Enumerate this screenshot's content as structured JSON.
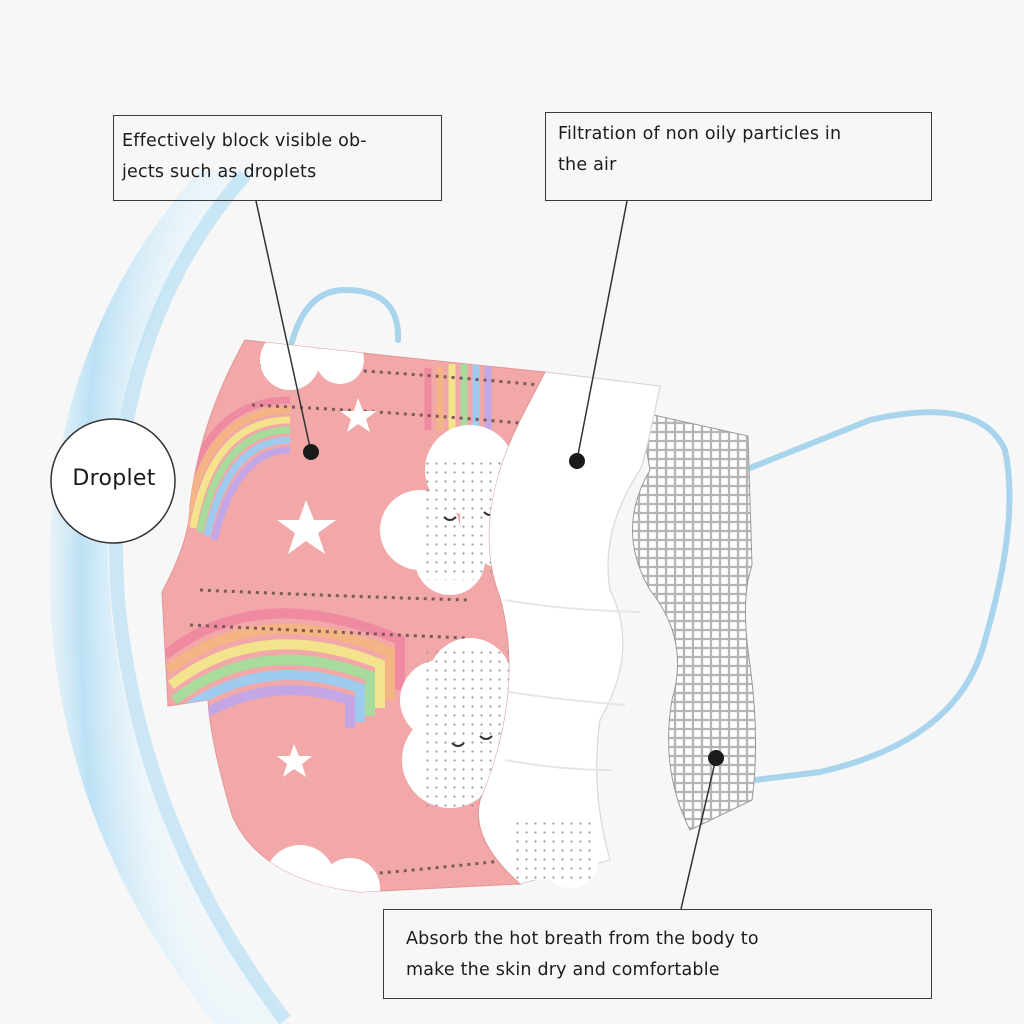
{
  "callouts": {
    "block_droplets": {
      "line1": "Effectively block visible ob-",
      "line2": "jects such as droplets"
    },
    "filtration": {
      "line1": "Filtration of non oily particles in",
      "line2": "the air"
    },
    "absorb_breath": {
      "line1": "Absorb the hot breath from the body to",
      "line2": "make the skin dry and comfortable"
    }
  },
  "droplet_label": "Droplet",
  "colors": {
    "background": "#f7f7f7",
    "outer_layer_pink": "#f2a8a8",
    "middle_layer_white": "#ffffff",
    "inner_layer_grid": "#bdbdbd",
    "ear_loop_blue": "#a9d4ee",
    "droplet_shield_blue": "#bfe3f7",
    "line_dark": "#333333"
  },
  "icons": {
    "pointer_dot": "black-dot-icon",
    "star": "star-icon",
    "cloud": "smiling-cloud-icon",
    "rainbow": "rainbow-icon"
  }
}
